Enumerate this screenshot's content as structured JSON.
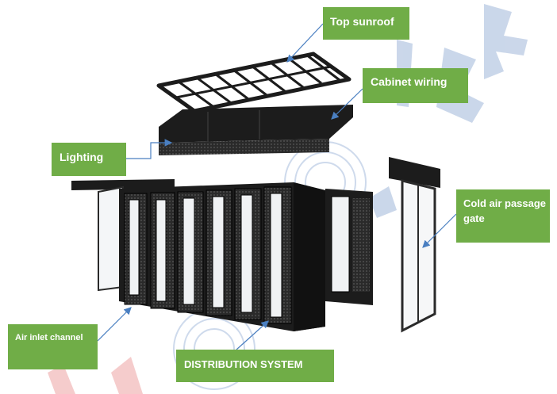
{
  "labels": {
    "top_sunroof": "Top sunroof",
    "cabinet_wiring": "Cabinet wiring",
    "lighting": "Lighting",
    "cold_air_gate_line1": "Cold air passage",
    "cold_air_gate_line2": "gate",
    "air_inlet_channel": "Air inlet channel",
    "distribution_system": "DISTRIBUTION SYSTEM"
  },
  "colors": {
    "callout_bg": "#70ad47",
    "callout_text": "#ffffff",
    "leader_line": "#4a7fc1",
    "equipment": "#1c1c1c",
    "watermark_blue": "#c5d3e8",
    "watermark_red": "#f4c7c7"
  }
}
